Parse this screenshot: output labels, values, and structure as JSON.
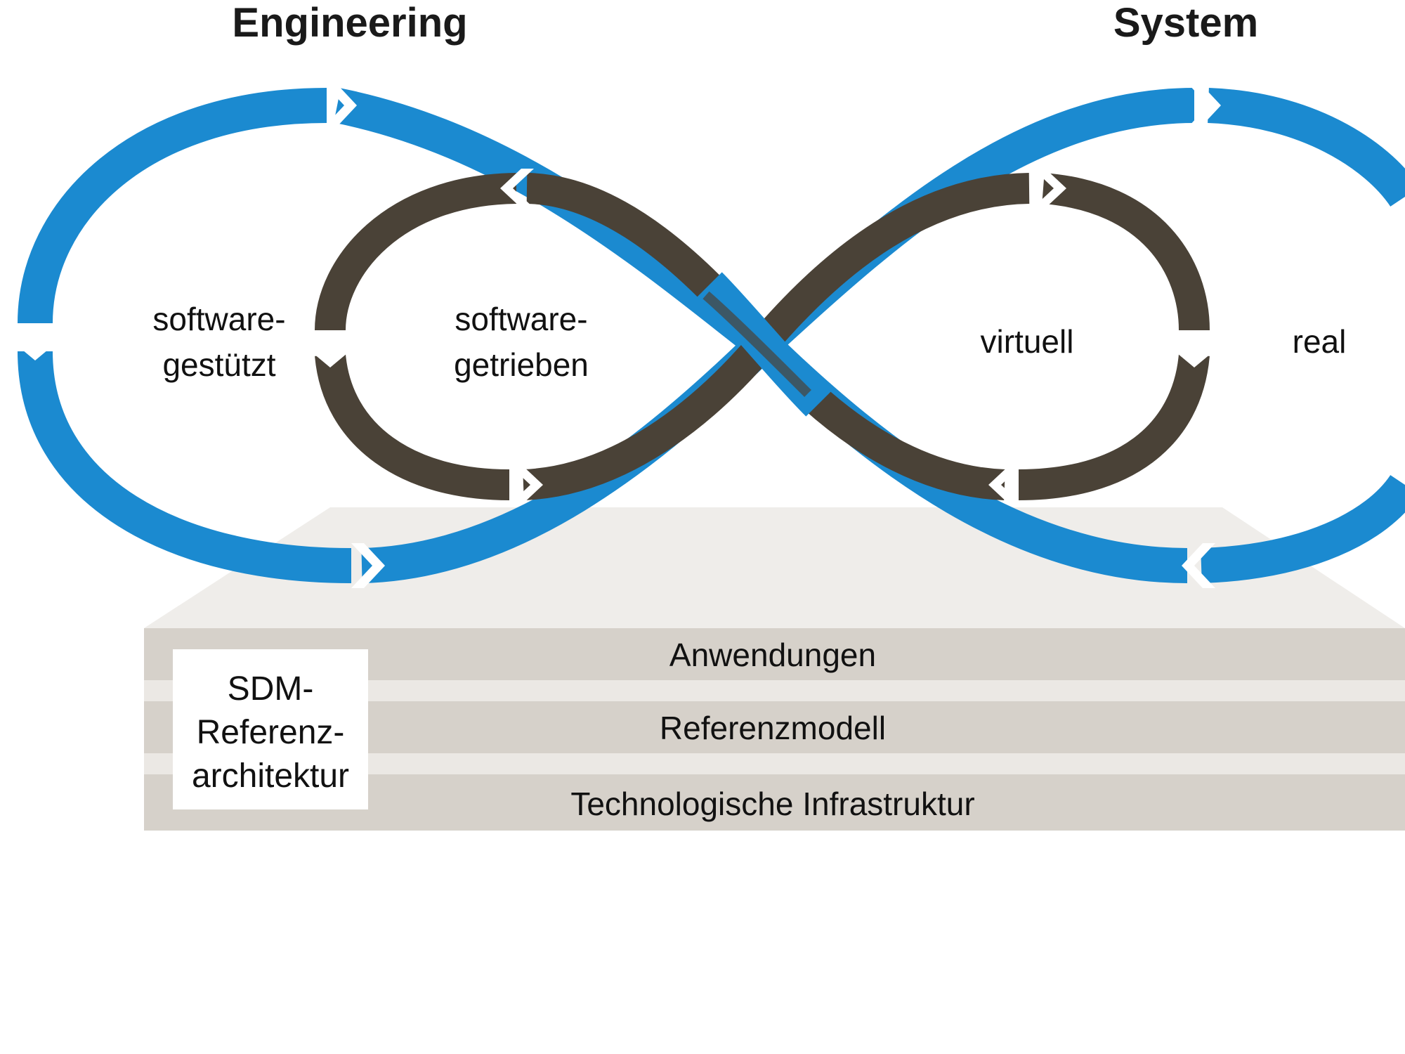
{
  "headings": {
    "engineering": "Engineering",
    "system": "System"
  },
  "loops": {
    "outer_left": {
      "line1": "software-",
      "line2": "gestützt"
    },
    "inner_left": {
      "line1": "software-",
      "line2": "getrieben"
    },
    "inner_right": "virtuell",
    "outer_right": "real"
  },
  "layers": {
    "applications": "Anwendungen",
    "reference_model": "Referenzmodell",
    "infrastructure": "Technologische Infrastruktur"
  },
  "architecture_box": {
    "line1": "SDM-",
    "line2": "Referenz-",
    "line3": "architektur"
  },
  "colors": {
    "outer_loop": "#1b8ad0",
    "inner_loop": "#4a4237",
    "layer_band": "#d6d1ca",
    "platform_top": "#efedea",
    "box_fill": "#ffffff"
  }
}
